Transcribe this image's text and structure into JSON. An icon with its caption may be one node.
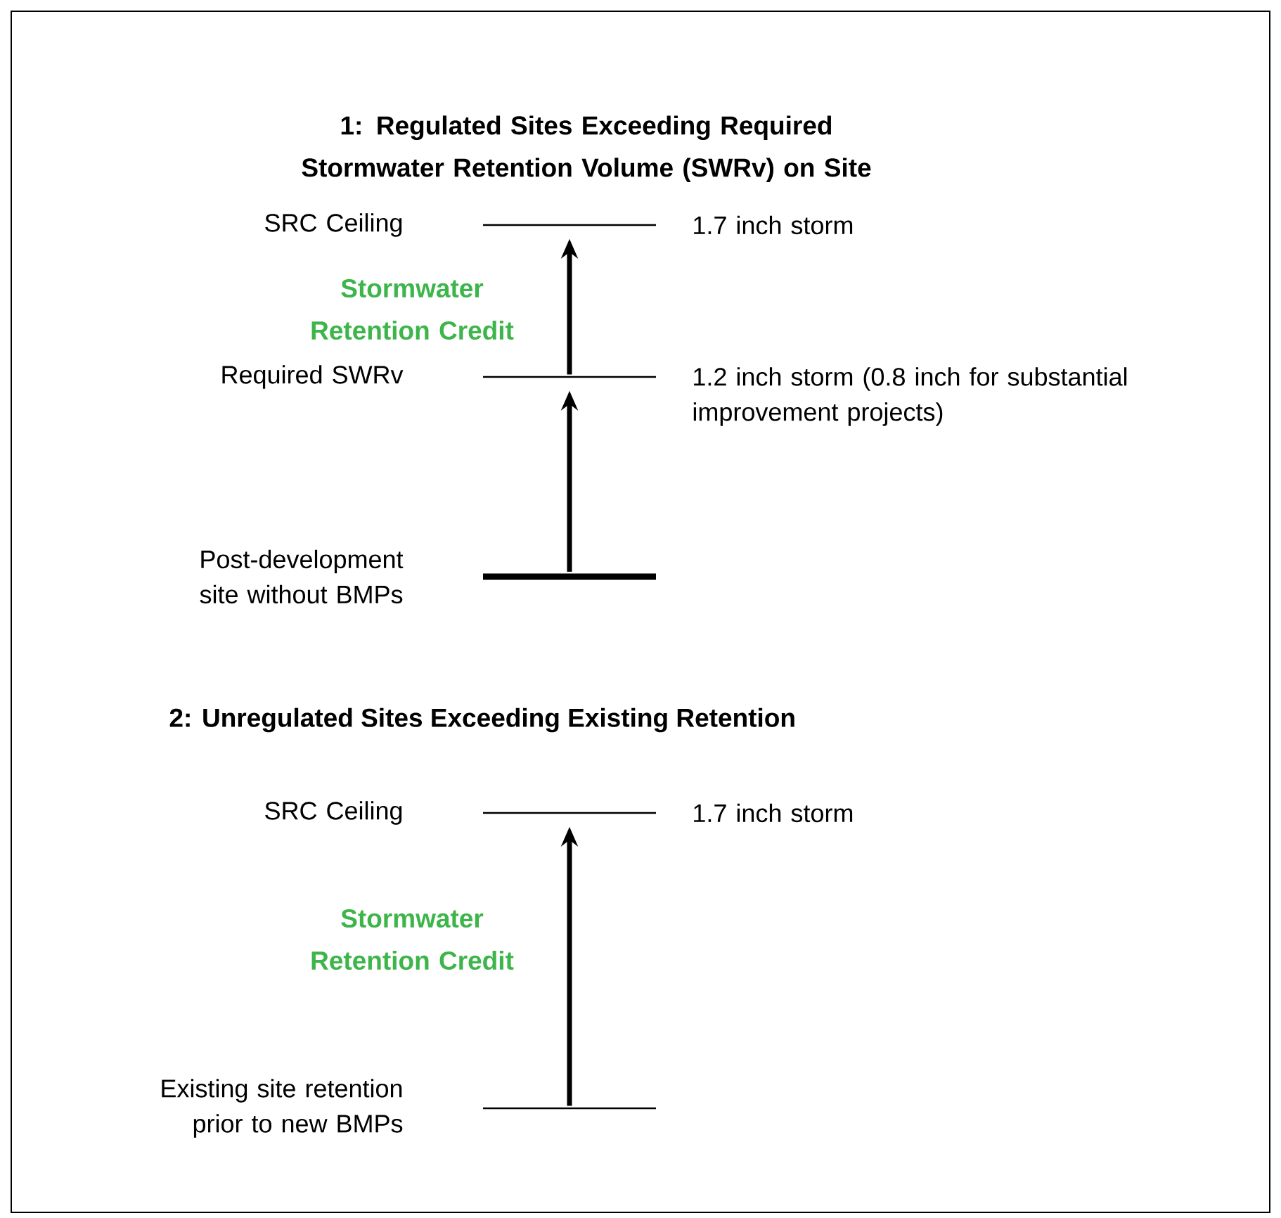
{
  "diagram": {
    "nodes": [
      {
        "text": [],
        "shape": "bar",
        "beside": [
          "SRC Ceiling",
          "1.7 inch storm"
        ]
      },
      {
        "text": [],
        "shape": "bar",
        "beside": [
          "Required SWRv",
          "1.2 inch storm (0.8 inch for substantial improvement projects)"
        ]
      },
      {
        "text": [],
        "shape": "bar",
        "beside": [
          "Post-development site without BMPs"
        ]
      },
      {
        "text": [],
        "shape": "bar",
        "beside": [
          "SRC Ceiling",
          "1.7 inch storm"
        ]
      },
      {
        "text": [],
        "shape": "bar",
        "beside": [
          "Existing site retention prior to new BMPs"
        ]
      }
    ],
    "edges": [
      {
        "from": 2,
        "to": 1,
        "arrow": "to"
      },
      {
        "from": 1,
        "to": 0,
        "arrow": "to"
      },
      {
        "from": 4,
        "to": 3,
        "arrow": "to"
      }
    ],
    "labels": [
      "1: Regulated Sites Exceeding Required Stormwater Retention Volume (SWRv) on Site",
      "Stormwater Retention Credit",
      "2: Unregulated Sites Exceeding Existing Retention",
      "Stormwater Retention Credit"
    ]
  }
}
